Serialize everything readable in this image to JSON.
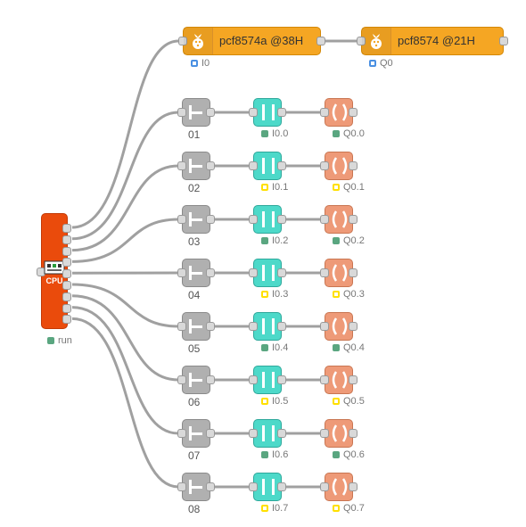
{
  "top_nodes": {
    "input": {
      "label": "pcf8574a @38H",
      "status": "I0"
    },
    "output": {
      "label": "pcf8574 @21H",
      "status": "Q0"
    }
  },
  "cpu": {
    "label": "CPU",
    "status": "run"
  },
  "rows": [
    {
      "name": "01",
      "in_status": "I0.0",
      "out_status": "Q0.0",
      "state": "green"
    },
    {
      "name": "02",
      "in_status": "I0.1",
      "out_status": "Q0.1",
      "state": "yellow"
    },
    {
      "name": "03",
      "in_status": "I0.2",
      "out_status": "Q0.2",
      "state": "green"
    },
    {
      "name": "04",
      "in_status": "I0.3",
      "out_status": "Q0.3",
      "state": "yellow"
    },
    {
      "name": "05",
      "in_status": "I0.4",
      "out_status": "Q0.4",
      "state": "green"
    },
    {
      "name": "06",
      "in_status": "I0.5",
      "out_status": "Q0.5",
      "state": "yellow"
    },
    {
      "name": "07",
      "in_status": "I0.6",
      "out_status": "Q0.6",
      "state": "green"
    },
    {
      "name": "08",
      "in_status": "I0.7",
      "out_status": "Q0.7",
      "state": "yellow"
    }
  ],
  "colors": {
    "green": "#5aa680",
    "yellow": "#ffe000",
    "blue": "#4a90e2",
    "wire": "#a0a0a0"
  },
  "icons": {
    "pi": "raspberry-pi-icon",
    "contact": "contact-icon",
    "coil": "coil-icon",
    "output": "output-icon"
  }
}
